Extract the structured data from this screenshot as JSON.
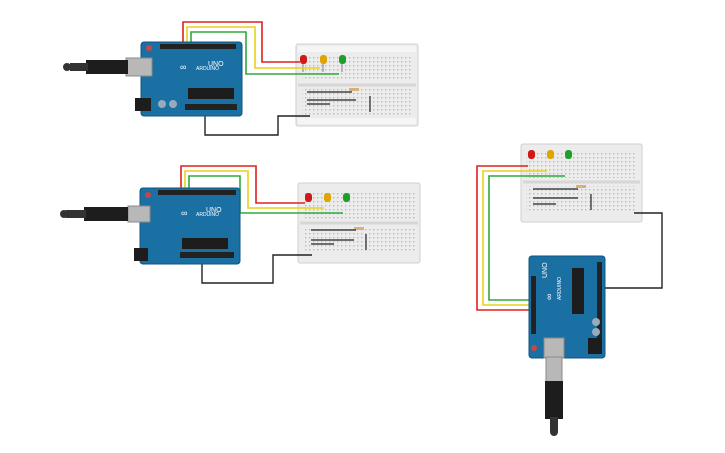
{
  "circuits": [
    {
      "id": "top-left",
      "board_brand": "ARDUINO",
      "board_model": "UNO",
      "leds": [
        "red",
        "yellow",
        "green"
      ]
    },
    {
      "id": "middle-left",
      "board_brand": "ARDUINO",
      "board_model": "UNO",
      "leds": [
        "red",
        "yellow",
        "green"
      ]
    },
    {
      "id": "right",
      "board_brand": "ARDUINO",
      "board_model": "UNO",
      "leds": [
        "red",
        "yellow",
        "green"
      ]
    }
  ],
  "colors": {
    "board": "#1a6fa3",
    "board_dark": "#125580",
    "breadboard": "#ececec",
    "wire_red": "#e02020",
    "wire_yellow": "#e8d21c",
    "wire_green": "#2faa3a",
    "wire_black": "#222222",
    "led_red": "#d01818",
    "led_yellow": "#e0a400",
    "led_green": "#1e9e2a"
  },
  "icons": [
    "usb-cable-icon",
    "led-icon",
    "resistor-icon",
    "arduino-logo-icon"
  ]
}
